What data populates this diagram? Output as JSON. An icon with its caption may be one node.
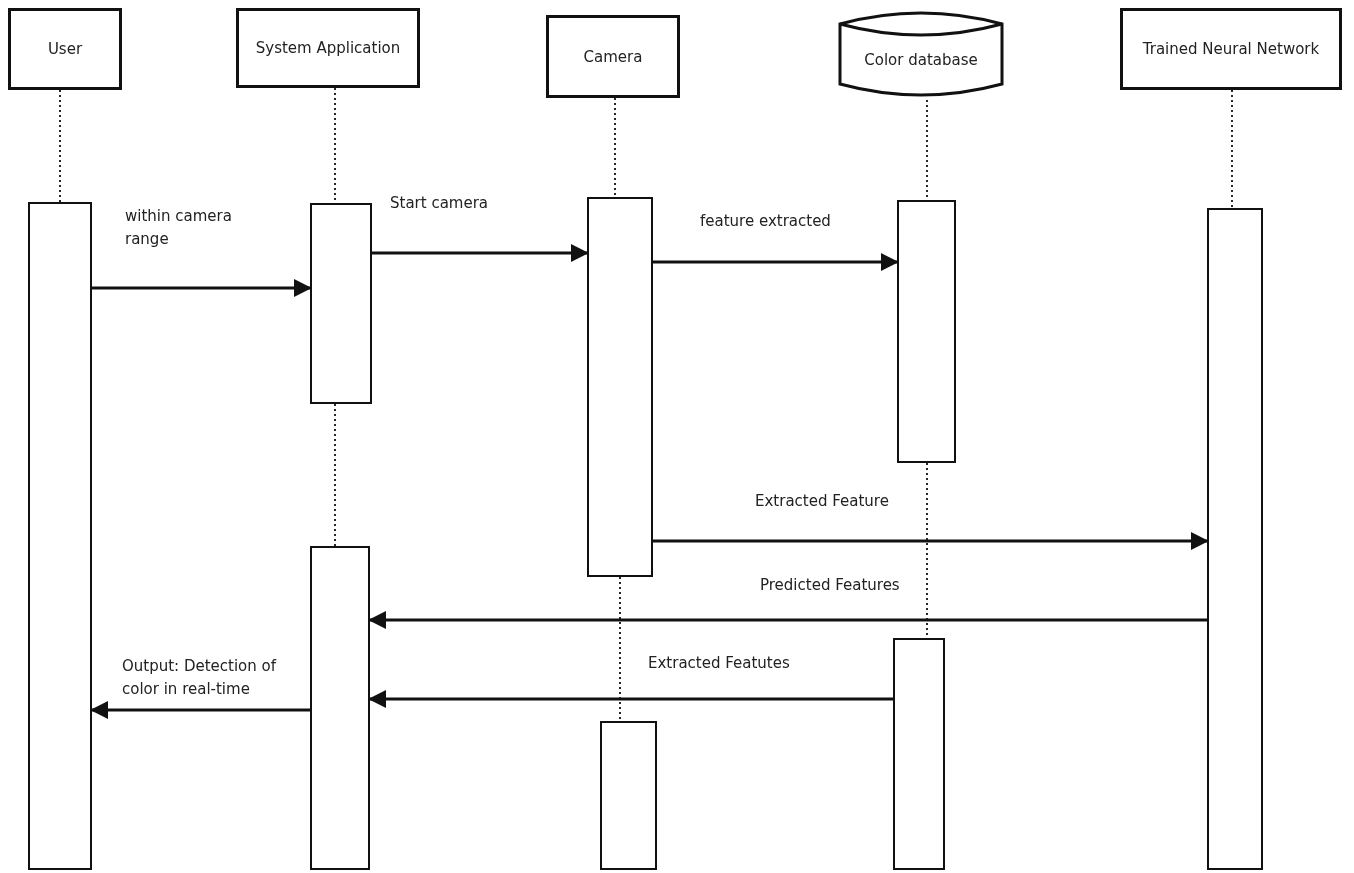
{
  "diagram": {
    "nodes": [
      {
        "text": [
          "User"
        ]
      },
      {
        "text": [
          "System Application"
        ]
      },
      {
        "text": [
          "Camera"
        ]
      },
      {
        "text": [
          "Color database"
        ]
      },
      {
        "text": [
          "Trained Neural Network"
        ]
      },
      {
        "text": [],
        "shape": "bar"
      },
      {
        "text": [],
        "shape": "bar"
      },
      {
        "text": [],
        "shape": "bar"
      },
      {
        "text": [],
        "shape": "bar"
      },
      {
        "text": [],
        "shape": "bar"
      },
      {
        "text": [],
        "shape": "bar"
      },
      {
        "text": [],
        "shape": "bar"
      },
      {
        "text": [],
        "shape": "bar"
      }
    ],
    "edges": [
      {
        "from": 0,
        "to": 5,
        "arrow": "none",
        "style": "dashed"
      },
      {
        "from": 1,
        "to": 6,
        "arrow": "none",
        "style": "dashed"
      },
      {
        "from": 6,
        "to": 7,
        "arrow": "none",
        "style": "dashed"
      },
      {
        "from": 2,
        "to": 8,
        "arrow": "none",
        "style": "dashed"
      },
      {
        "from": 8,
        "to": 9,
        "arrow": "none",
        "style": "dashed"
      },
      {
        "from": 3,
        "to": 10,
        "arrow": "none",
        "style": "dashed"
      },
      {
        "from": 10,
        "to": 11,
        "arrow": "none",
        "style": "dashed"
      },
      {
        "from": 4,
        "to": 12,
        "arrow": "none",
        "style": "dashed"
      },
      {
        "from": 5,
        "to": 6,
        "arrow": "to",
        "label": "within camera range"
      },
      {
        "from": 6,
        "to": 8,
        "arrow": "to",
        "label": "Start camera"
      },
      {
        "from": 8,
        "to": 10,
        "arrow": "to",
        "label": "feature extracted"
      },
      {
        "from": 8,
        "to": 12,
        "arrow": "to",
        "label": "Extracted Feature"
      },
      {
        "from": 12,
        "to": 7,
        "arrow": "to",
        "label": "Predicted Features"
      },
      {
        "from": 11,
        "to": 7,
        "arrow": "to",
        "label": "Extracted Featutes"
      },
      {
        "from": 7,
        "to": 5,
        "arrow": "to",
        "label": "Output: Detection of color in real-time"
      }
    ]
  }
}
